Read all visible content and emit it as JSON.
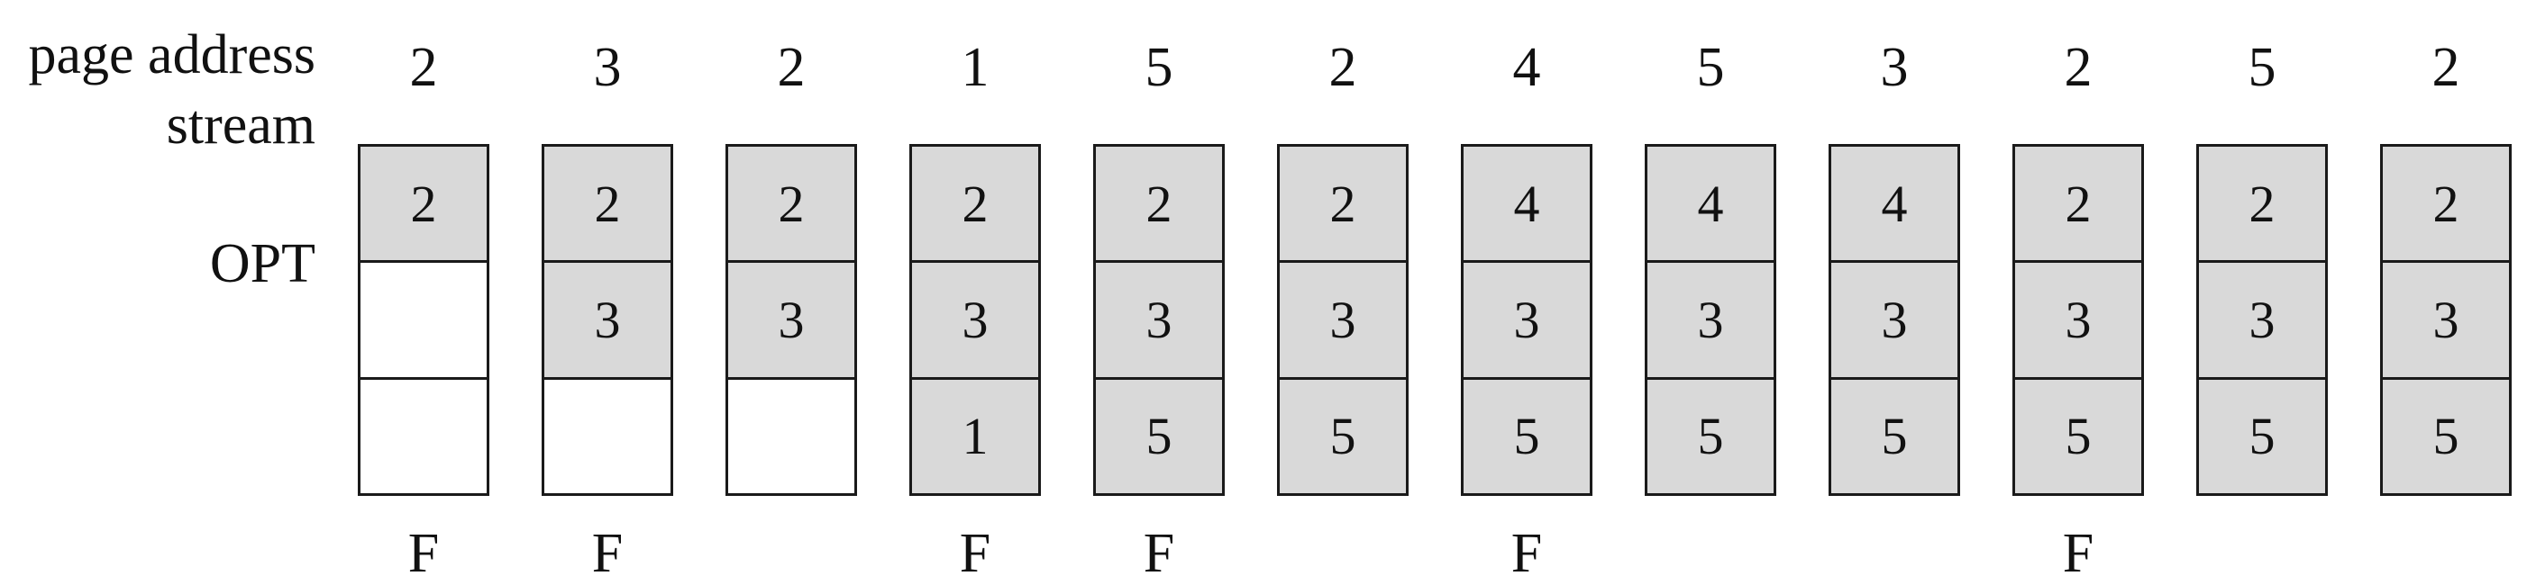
{
  "labels": {
    "page_address_stream": "page address\nstream",
    "policy": "OPT"
  },
  "columns": [
    {
      "address": "2",
      "frames": [
        "2",
        "",
        ""
      ],
      "fault": "F"
    },
    {
      "address": "3",
      "frames": [
        "2",
        "3",
        ""
      ],
      "fault": "F"
    },
    {
      "address": "2",
      "frames": [
        "2",
        "3",
        ""
      ],
      "fault": ""
    },
    {
      "address": "1",
      "frames": [
        "2",
        "3",
        "1"
      ],
      "fault": "F"
    },
    {
      "address": "5",
      "frames": [
        "2",
        "3",
        "5"
      ],
      "fault": "F"
    },
    {
      "address": "2",
      "frames": [
        "2",
        "3",
        "5"
      ],
      "fault": ""
    },
    {
      "address": "4",
      "frames": [
        "4",
        "3",
        "5"
      ],
      "fault": "F"
    },
    {
      "address": "5",
      "frames": [
        "4",
        "3",
        "5"
      ],
      "fault": ""
    },
    {
      "address": "3",
      "frames": [
        "4",
        "3",
        "5"
      ],
      "fault": ""
    },
    {
      "address": "2",
      "frames": [
        "2",
        "3",
        "5"
      ],
      "fault": "F"
    },
    {
      "address": "5",
      "frames": [
        "2",
        "3",
        "5"
      ],
      "fault": ""
    },
    {
      "address": "2",
      "frames": [
        "2",
        "3",
        "5"
      ],
      "fault": ""
    }
  ],
  "colors": {
    "filled_frame": "#d9d9d9",
    "empty_frame": "#ffffff",
    "border": "#1a1a1a"
  }
}
